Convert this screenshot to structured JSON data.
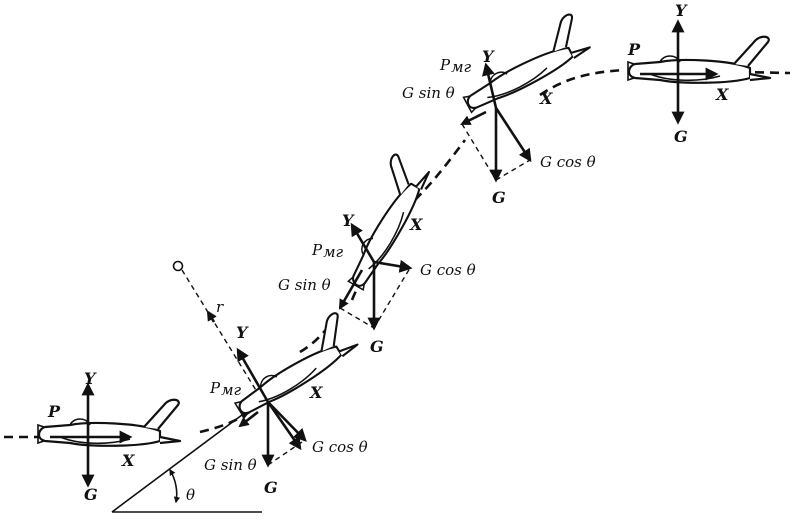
{
  "labels": {
    "lift": "Y",
    "drag": "X",
    "thrust": "P",
    "weight": "G",
    "thrust_mr": "P",
    "thrust_mr_sub": "мг",
    "weight_sin": "G sin θ",
    "weight_cos": "G cos θ",
    "angle": "θ",
    "radius": "r"
  }
}
